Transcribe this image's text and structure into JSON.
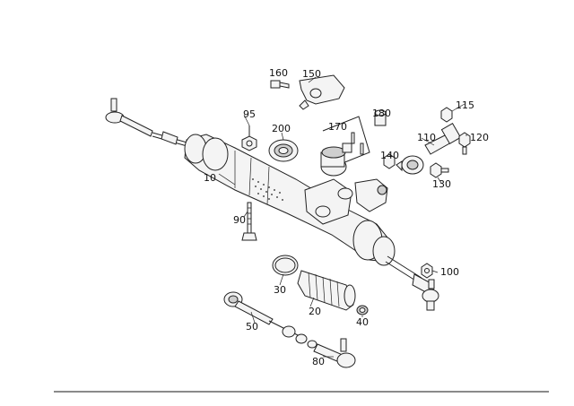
{
  "labels": {
    "p10": "10",
    "p20": "20",
    "p30": "30",
    "p40": "40",
    "p50": "50",
    "p80": "80",
    "p90": "90",
    "p95": "95",
    "p100": "100",
    "p110": "110",
    "p115": "115",
    "p120": "120",
    "p130": "130",
    "p140": "140",
    "p150": "150",
    "p160": "160",
    "p170": "170",
    "p180": "180",
    "p200": "200"
  }
}
